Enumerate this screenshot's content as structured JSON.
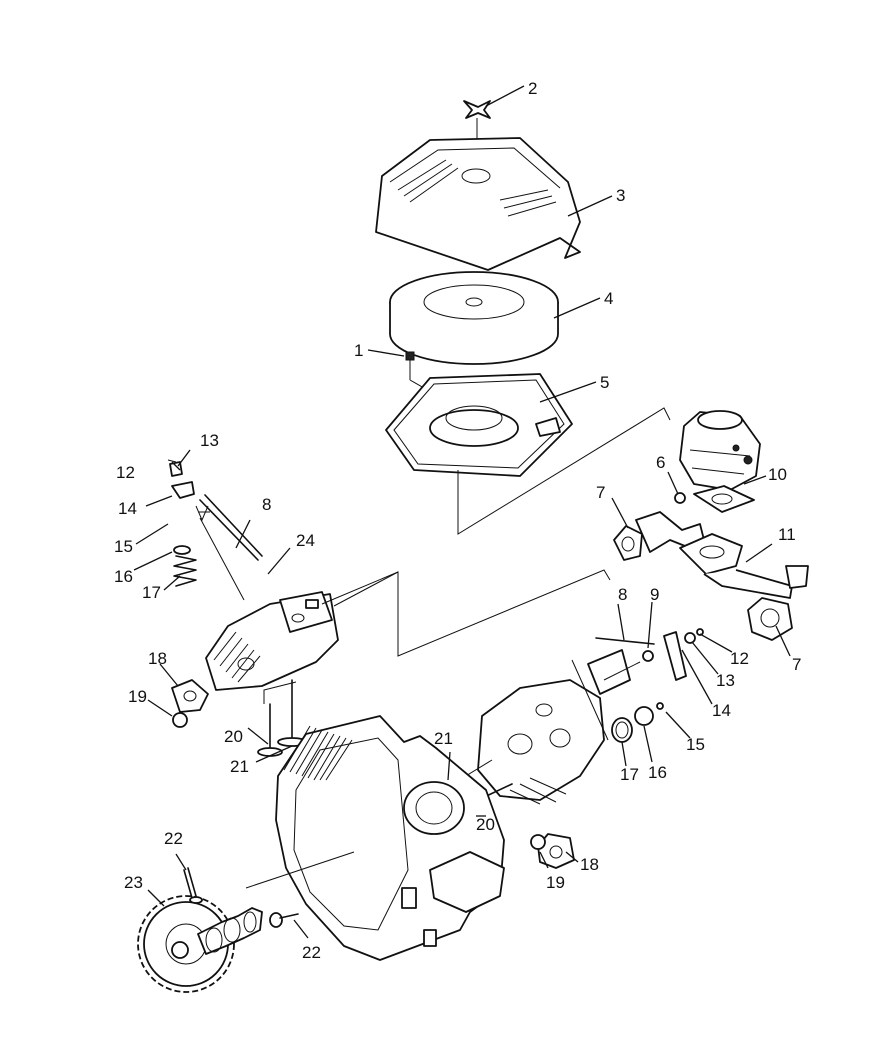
{
  "callouts": [
    {
      "id": "c1",
      "text": "1"
    },
    {
      "id": "c2",
      "text": "2"
    },
    {
      "id": "c3",
      "text": "3"
    },
    {
      "id": "c4",
      "text": "4"
    },
    {
      "id": "c5",
      "text": "5"
    },
    {
      "id": "c6",
      "text": "6"
    },
    {
      "id": "c7a",
      "text": "7"
    },
    {
      "id": "c7b",
      "text": "7"
    },
    {
      "id": "c8a",
      "text": "8"
    },
    {
      "id": "c8b",
      "text": "8"
    },
    {
      "id": "c9",
      "text": "9"
    },
    {
      "id": "c10",
      "text": "10"
    },
    {
      "id": "c11",
      "text": "11"
    },
    {
      "id": "c12a",
      "text": "12"
    },
    {
      "id": "c12b",
      "text": "12"
    },
    {
      "id": "c13a",
      "text": "13"
    },
    {
      "id": "c13b",
      "text": "13"
    },
    {
      "id": "c14a",
      "text": "14"
    },
    {
      "id": "c14b",
      "text": "14"
    },
    {
      "id": "c15a",
      "text": "15"
    },
    {
      "id": "c15b",
      "text": "15"
    },
    {
      "id": "c16a",
      "text": "16"
    },
    {
      "id": "c16b",
      "text": "16"
    },
    {
      "id": "c17a",
      "text": "17"
    },
    {
      "id": "c17b",
      "text": "17"
    },
    {
      "id": "c18a",
      "text": "18"
    },
    {
      "id": "c18b",
      "text": "18"
    },
    {
      "id": "c19a",
      "text": "19"
    },
    {
      "id": "c19b",
      "text": "19"
    },
    {
      "id": "c20a",
      "text": "20"
    },
    {
      "id": "c20b",
      "text": "20"
    },
    {
      "id": "c21a",
      "text": "21"
    },
    {
      "id": "c21b",
      "text": "21"
    },
    {
      "id": "c22a",
      "text": "22"
    },
    {
      "id": "c22b",
      "text": "22"
    },
    {
      "id": "c23",
      "text": "23"
    },
    {
      "id": "c24",
      "text": "24"
    }
  ]
}
